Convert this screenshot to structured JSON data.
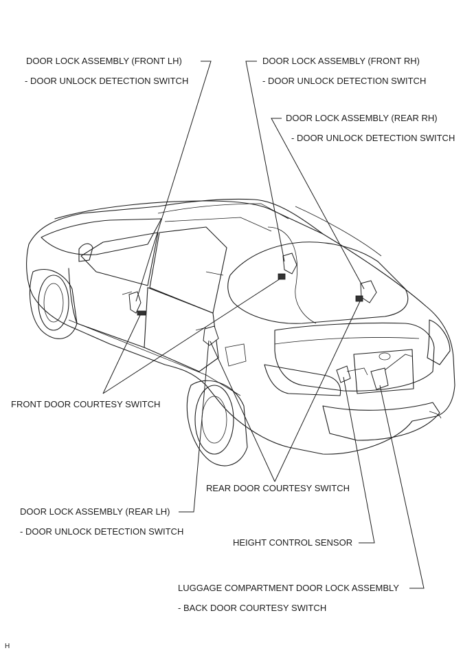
{
  "labels": {
    "front_lh_1": "DOOR LOCK ASSEMBLY (FRONT LH)",
    "front_lh_2": "- DOOR UNLOCK DETECTION SWITCH",
    "front_rh_1": "DOOR LOCK ASSEMBLY (FRONT RH)",
    "front_rh_2": "- DOOR UNLOCK DETECTION SWITCH",
    "rear_rh_1": "DOOR LOCK ASSEMBLY (REAR RH)",
    "rear_rh_2": "- DOOR UNLOCK DETECTION SWITCH",
    "front_courtesy": "FRONT DOOR COURTESY SWITCH",
    "rear_courtesy": "REAR DOOR COURTESY SWITCH",
    "rear_lh_1": "DOOR LOCK ASSEMBLY (REAR LH)",
    "rear_lh_2": "- DOOR UNLOCK DETECTION SWITCH",
    "height_sensor": "HEIGHT CONTROL SENSOR",
    "luggage_1": "LUGGAGE COMPARTMENT DOOR LOCK ASSEMBLY",
    "luggage_2": "- BACK DOOR COURTESY SWITCH",
    "corner_code": "H"
  }
}
